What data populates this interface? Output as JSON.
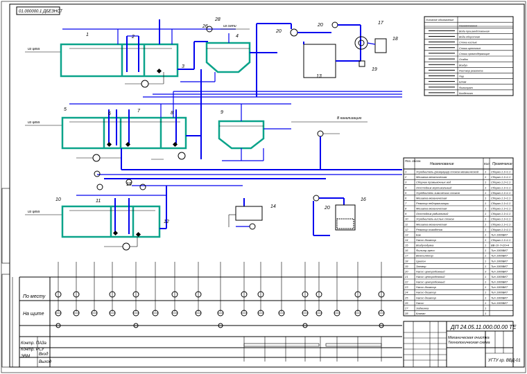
{
  "stamp": "01.000000.1 ДБЕЗНСТ",
  "drawing": {
    "code": "ДП 24.05.11.000.00.00 ТЕ",
    "title_line1": "Механическая очистка",
    "title_line2": "Технологическая схема",
    "org": "УГТУ гр. ВВД-01"
  },
  "lines": {
    "inlet1": "из цеха",
    "inlet2": "из цеха",
    "inlet3": "из цеха",
    "to_sewer": "В канализацию",
    "bypass": "из сети"
  },
  "labels": {
    "local": "По месту",
    "board": "На щите",
    "control_paz": "Контр. ПАЗа",
    "control_rsu": "Контр. РСУ",
    "input": "Вход",
    "output": "Выход",
    "sbm": "ЭВМ"
  },
  "callouts": [
    "1",
    "2",
    "3",
    "4",
    "5",
    "6",
    "7",
    "8",
    "9",
    "10",
    "11",
    "12",
    "13",
    "14",
    "15",
    "16",
    "17",
    "18",
    "19",
    "20",
    "26",
    "28"
  ],
  "spec": {
    "header": [
      "Поз. обозн.",
      "Наименование",
      "Кол.",
      "Примечание"
    ],
    "rows": [
      [
        "1",
        "Усреднитель (резервуар) стоков механической",
        "1",
        "Сборка 1.1×1.1"
      ],
      [
        "2",
        "Мешалка механическая",
        "1",
        "Сборка 1.1×1.1"
      ],
      [
        "3",
        "Сборник промывочных вод",
        "1",
        "Сборка 1.2×1.1"
      ],
      [
        "4",
        "Отстойник вертикальный",
        "1",
        "Сборка 1.1×1.1"
      ],
      [
        "5",
        "Усреднитель химических стоков",
        "1",
        "Сборка 1.1×1.1"
      ],
      [
        "6",
        "Мешалка механическая",
        "1",
        "Сборка 1.1×1.1"
      ],
      [
        "7",
        "Реактор нейтрализации",
        "1",
        "Сборка 1.1×1.1"
      ],
      [
        "8",
        "Мешалка механическая",
        "1",
        "Сборка 1.1×1.1"
      ],
      [
        "9",
        "Отстойник радиальный",
        "1",
        "Сборка 1.1×1.1"
      ],
      [
        "10",
        "Усреднитель кислых стоков",
        "1",
        "Сборка 1.1×1.1"
      ],
      [
        "11",
        "Мешалка механическая",
        "1",
        "Сборка 1.1×1.1"
      ],
      [
        "12",
        "Реактор осаждения",
        "1",
        "Сборка 1.1×1.1"
      ],
      [
        "13",
        "Бак",
        "1",
        "Тип 1000ВКТ"
      ],
      [
        "14",
        "Насос-дозатор",
        "1",
        "Сборка 1.1×1.1"
      ],
      [
        "15",
        "Воздуходувка",
        "1",
        "ВВ-10-7×20×4"
      ],
      [
        "16",
        "Фильтр-пресс",
        "1",
        "Тип 1000ВКТ"
      ],
      [
        "17",
        "Вентилятор",
        "1",
        "Тип 1000ВКТ"
      ],
      [
        "18",
        "Циклон",
        "1",
        "Тип 1000ВКТ"
      ],
      [
        "19",
        "Затвор",
        "1",
        "Тип 1000ВКТ"
      ],
      [
        "20",
        "Насос центробежный",
        "3",
        "Тип 1000ВКТ"
      ],
      [
        "21",
        "Насос центробежный",
        "1",
        "Тип 1000ВКТ"
      ],
      [
        "22",
        "Насос центробежный",
        "1",
        "Тип 1000ВКТ"
      ],
      [
        "23",
        "Насос-дозатор",
        "1",
        "Тип 1000ВКТ"
      ],
      [
        "24",
        "Насос-дозатор",
        "1",
        "Тип 1000ВКТ"
      ],
      [
        "25",
        "Насос-дозатор",
        "1",
        "Тип 1000ВКТ"
      ],
      [
        "26",
        "Насос",
        "1",
        "Тип 1000ВКТ"
      ],
      [
        "27",
        "Задвижка",
        "1",
        ""
      ],
      [
        "28",
        "Клапан",
        "1",
        ""
      ]
    ]
  },
  "legend_rows": [
    "Условное обозначение",
    "Наименование",
    "Вода производственная",
    "Вода оборотная",
    "Стоки кислые",
    "Стоки щелочные",
    "Стоки хромсодержащие",
    "Осадок",
    "Воздух",
    "Раствор реагента",
    "Пар",
    "Шлам",
    "Фильтрат",
    "Конденсат"
  ]
}
